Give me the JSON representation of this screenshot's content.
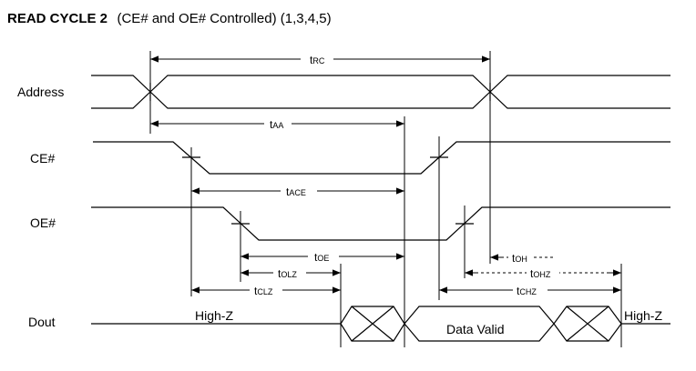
{
  "title": {
    "bold": "READ CYCLE 2",
    "rest": "(CE# and OE# Controlled) (1,3,4,5)"
  },
  "signals": {
    "address": "Address",
    "ce": "CE#",
    "oe": "OE#",
    "dout": "Dout"
  },
  "states": {
    "high_z_left": "High-Z",
    "high_z_right": "High-Z",
    "data_valid": "Data Valid"
  },
  "timings": {
    "trc": {
      "main": "t",
      "sub": "RC"
    },
    "taa": {
      "main": "t",
      "sub": "AA"
    },
    "tace": {
      "main": "t",
      "sub": "ACE"
    },
    "toe": {
      "main": "t",
      "sub": "OE"
    },
    "tolz": {
      "main": "t",
      "sub": "OLZ"
    },
    "tclz": {
      "main": "t",
      "sub": "CLZ"
    },
    "toh": {
      "main": "t",
      "sub": "OH"
    },
    "tohz": {
      "main": "t",
      "sub": "OHZ"
    },
    "tchz": {
      "main": "t",
      "sub": "CHZ"
    }
  }
}
